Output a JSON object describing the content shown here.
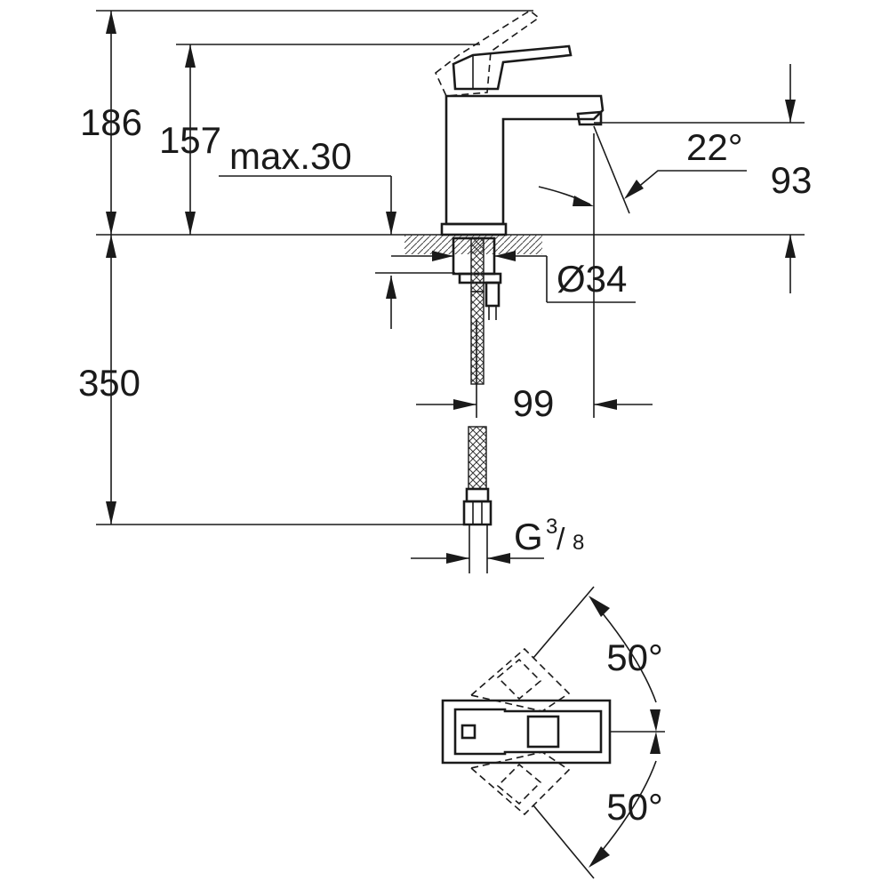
{
  "dimensions": {
    "total_height": "186",
    "body_height": "157",
    "max_thickness": "max.30",
    "spout_angle": "22°",
    "spout_height": "93",
    "hole_diameter": "Ø34",
    "tail_length": "350",
    "spout_reach": "99",
    "thread_main": "G",
    "thread_num": "3",
    "thread_den": "8",
    "lever_angle_top": "50°",
    "lever_angle_bottom": "50°"
  }
}
